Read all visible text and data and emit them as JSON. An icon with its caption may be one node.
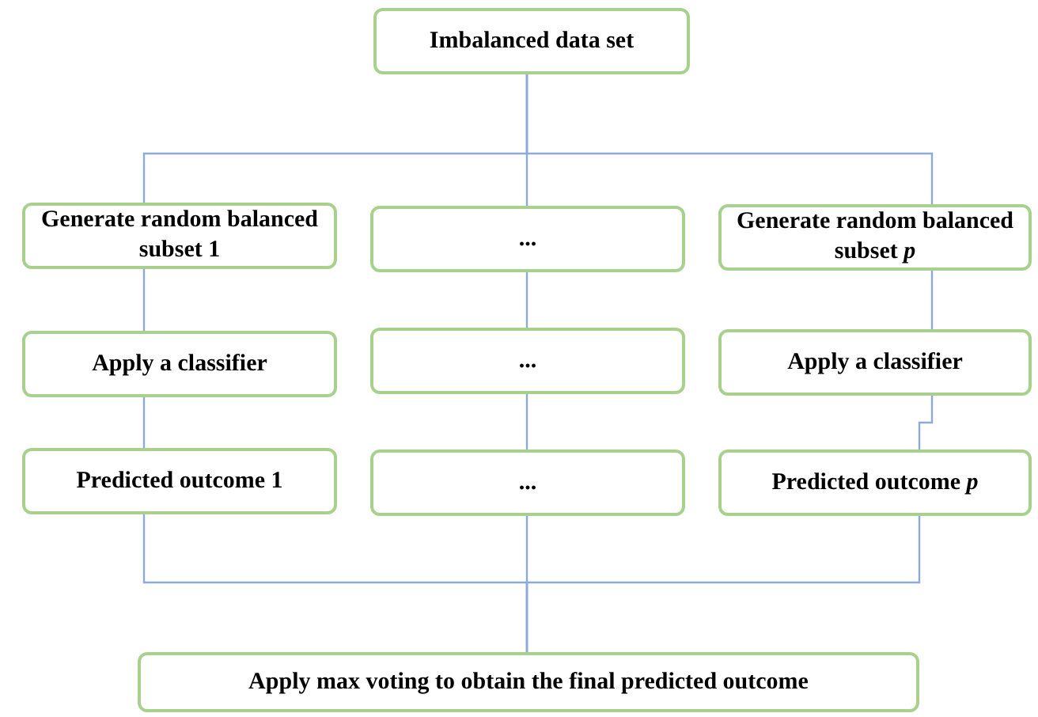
{
  "diagram": {
    "nodes": [
      {
        "text": [
          "Imbalanced data set"
        ]
      },
      {
        "text": [
          "Generate random balanced subset 1"
        ]
      },
      {
        "text": [
          "..."
        ]
      },
      {
        "text": [
          "Generate random balanced subset *p*"
        ]
      },
      {
        "text": [
          "Apply a classifier"
        ]
      },
      {
        "text": [
          "..."
        ]
      },
      {
        "text": [
          "Apply a classifier"
        ]
      },
      {
        "text": [
          "Predicted outcome 1"
        ]
      },
      {
        "text": [
          "..."
        ]
      },
      {
        "text": [
          "Predicted outcome *p*"
        ]
      },
      {
        "text": [
          "Apply max voting to obtain the final predicted outcome"
        ]
      }
    ],
    "edges": [
      {
        "from": 0,
        "to": 1,
        "arrow": "none"
      },
      {
        "from": 0,
        "to": 2,
        "arrow": "none"
      },
      {
        "from": 0,
        "to": 3,
        "arrow": "none"
      },
      {
        "from": 1,
        "to": 4,
        "arrow": "none"
      },
      {
        "from": 2,
        "to": 5,
        "arrow": "none"
      },
      {
        "from": 3,
        "to": 6,
        "arrow": "none"
      },
      {
        "from": 4,
        "to": 7,
        "arrow": "none"
      },
      {
        "from": 5,
        "to": 8,
        "arrow": "none"
      },
      {
        "from": 6,
        "to": 9,
        "arrow": "none"
      },
      {
        "from": 7,
        "to": 10,
        "arrow": "none"
      },
      {
        "from": 8,
        "to": 10,
        "arrow": "none"
      },
      {
        "from": 9,
        "to": 10,
        "arrow": "none"
      }
    ]
  }
}
